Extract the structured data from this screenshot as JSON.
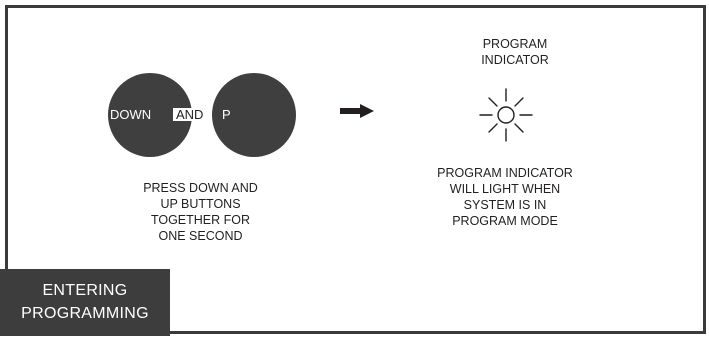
{
  "buttons": {
    "down_label": "DOWN",
    "and_label": "AND",
    "p_label": "P"
  },
  "left_caption": [
    "PRESS DOWN AND",
    "UP BUTTONS",
    "TOGETHER FOR",
    "ONE SECOND"
  ],
  "indicator": {
    "title": [
      "PROGRAM",
      "INDICATOR"
    ],
    "icon": "light-burst-icon"
  },
  "right_caption": [
    "PROGRAM INDICATOR",
    "WILL LIGHT WHEN",
    "SYSTEM IS IN",
    "PROGRAM MODE"
  ],
  "badge": [
    "ENTERING",
    "PROGRAMMING"
  ],
  "colors": {
    "button_fill": "#3f3f3f",
    "badge_fill": "#3d3d3d",
    "frame_border": "#3a3a3a",
    "text": "#231f20"
  }
}
